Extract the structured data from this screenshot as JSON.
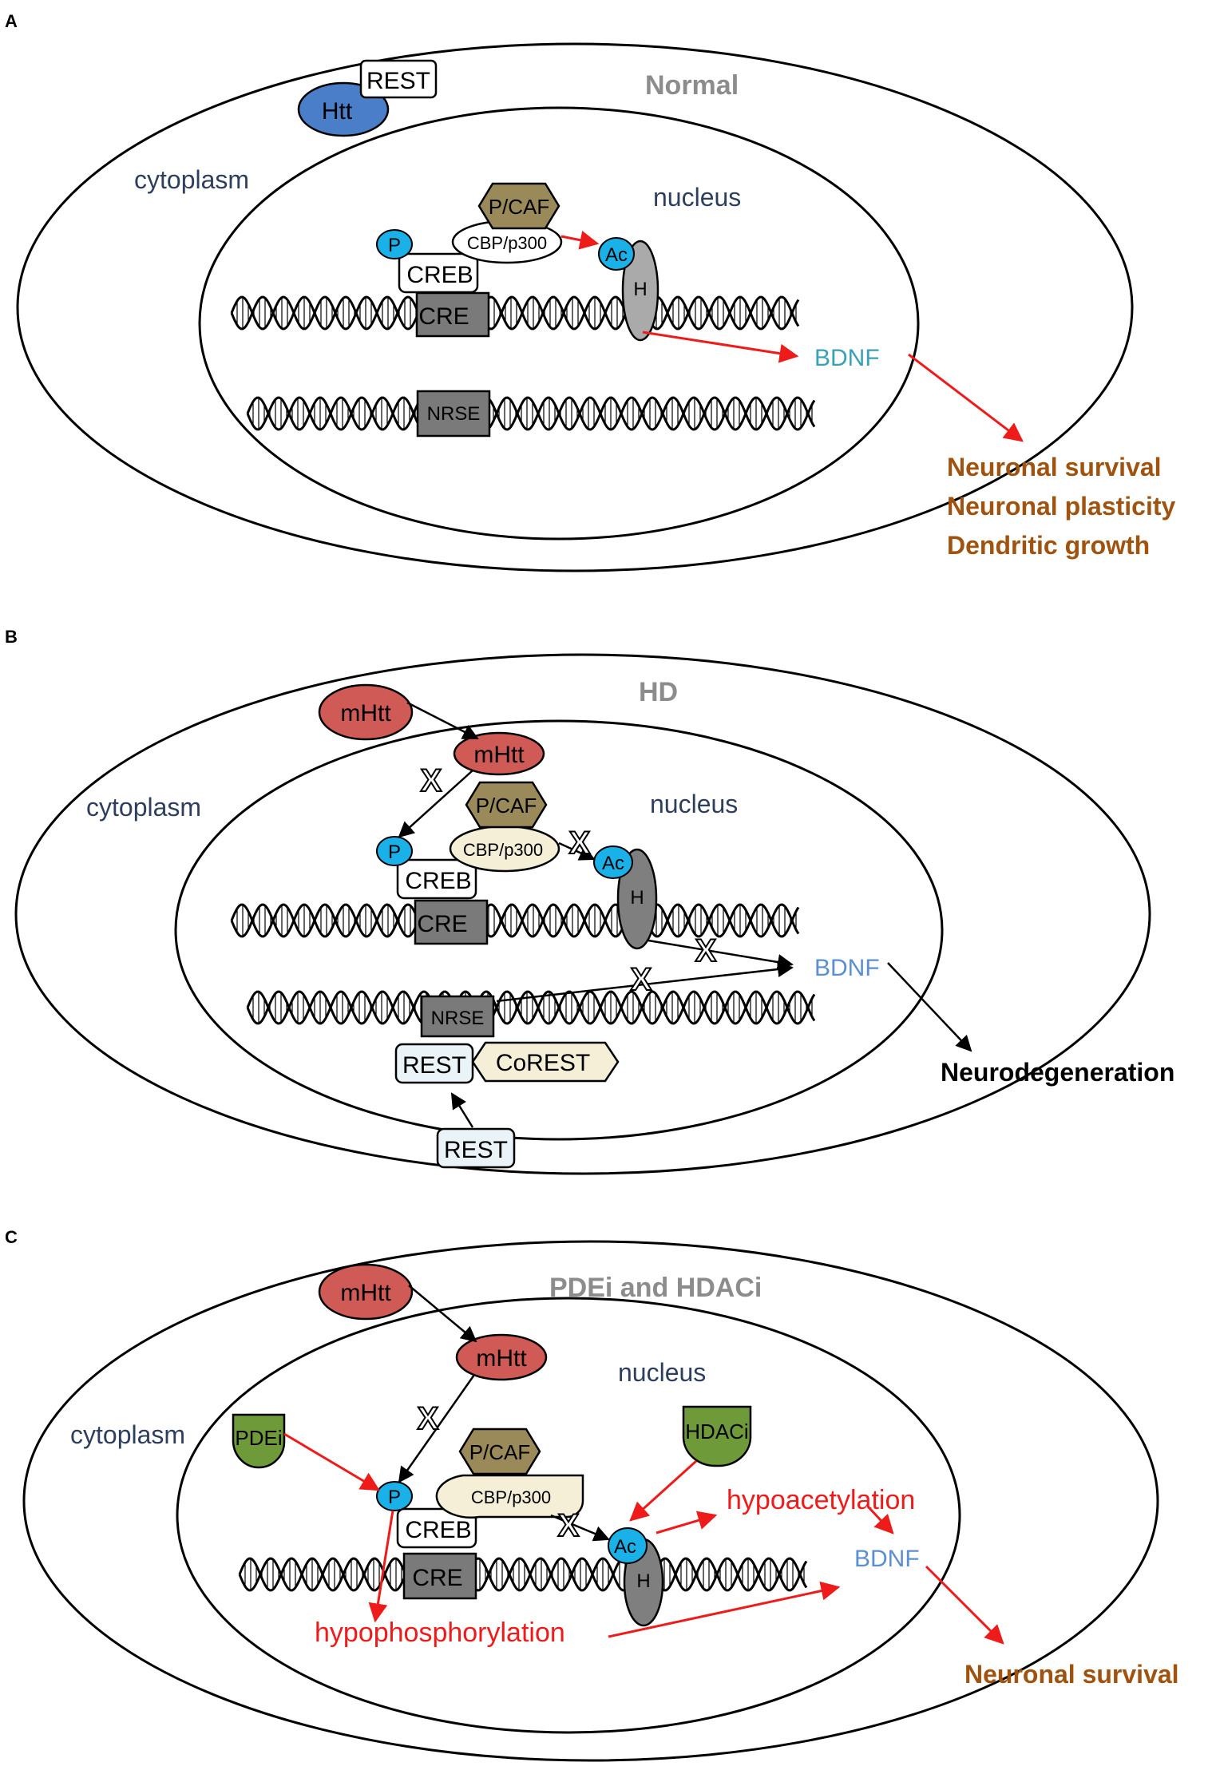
{
  "panels": {
    "a": {
      "letter": "A",
      "title": "Normal",
      "cytoplasm": "cytoplasm",
      "nucleus": "nucleus",
      "htt": "Htt",
      "rest": "REST",
      "pcaf": "P/CAF",
      "cbp": "CBP/p300",
      "p": "P",
      "creb": "CREB",
      "cre": "CRE",
      "ac": "Ac",
      "h": "H",
      "bdnf": "BDNF",
      "nrse": "NRSE",
      "outcomes": [
        "Neuronal survival",
        "Neuronal plasticity",
        "Dendritic growth"
      ]
    },
    "b": {
      "letter": "B",
      "title": "HD",
      "cytoplasm": "cytoplasm",
      "nucleus": "nucleus",
      "mhtt_cyto": "mHtt",
      "mhtt_nuc": "mHtt",
      "pcaf": "P/CAF",
      "cbp": "CBP/p300",
      "p": "P",
      "creb": "CREB",
      "cre": "CRE",
      "ac": "Ac",
      "h": "H",
      "bdnf": "BDNF",
      "nrse": "NRSE",
      "rest_nuc": "REST",
      "corest": "CoREST",
      "rest_cyto": "REST",
      "outcome": "Neurodegeneration",
      "x_mark": "X"
    },
    "c": {
      "letter": "C",
      "title": "PDEi and HDACi",
      "cytoplasm": "cytoplasm",
      "nucleus": "nucleus",
      "mhtt_cyto": "mHtt",
      "mhtt_nuc": "mHtt",
      "pdei": "PDEi",
      "hdaci": "HDACi",
      "pcaf": "P/CAF",
      "cbp": "CBP/p300",
      "p": "P",
      "creb": "CREB",
      "cre": "CRE",
      "ac": "Ac",
      "h": "H",
      "bdnf": "BDNF",
      "hypoacetylation": "hypoacetylation",
      "hypophosphorylation": "hypophosphorylation",
      "outcome": "Neuronal survival",
      "x_mark": "X"
    }
  },
  "colors": {
    "htt": "#4a7ec8",
    "mhtt": "#d05a55",
    "pcaf": "#9a8a5a",
    "phospho": "#1ab0e8",
    "olive": "#6f9a3a",
    "gray_box": "#7a7a7a",
    "histone_light": "#aaaaaa",
    "histone_dark": "#7f7f7f",
    "cream": "#f5efd8",
    "rest_fill": "#eaf3f8",
    "text_navy": "#2e3f5e",
    "title_gray": "#8c8c8c",
    "bdnf_teal": "#3aa0b6",
    "bdnf_blue": "#5b8fcf",
    "outcome_brown": "#a0520f",
    "red": "#ee1b1b"
  }
}
